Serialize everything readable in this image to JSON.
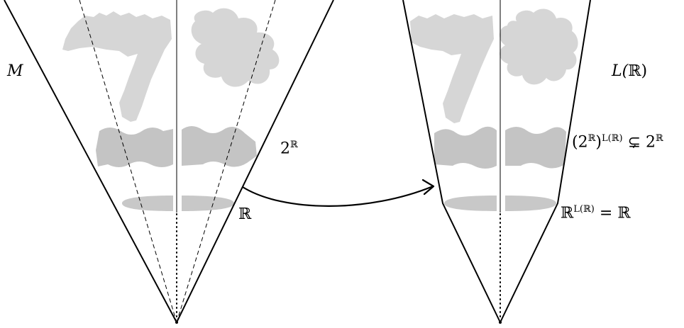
{
  "left_universe": {
    "name": "M",
    "power_set_label": "2",
    "power_set_exp": "ℝ",
    "reals_label": "ℝ"
  },
  "right_universe": {
    "name_main": "L(",
    "name_reals": "ℝ",
    "name_close": ")",
    "power_set_label": {
      "open": "(2",
      "inner_exp": "ℝ",
      "close": ")",
      "outer_exp": "L(ℝ)",
      "relation": "⊊",
      "rhs": "2",
      "rhs_exp": "ℝ"
    },
    "reals_label": {
      "base": "ℝ",
      "exp": "L(ℝ)",
      "rhs": "= ℝ"
    }
  },
  "colors": {
    "ink": "#000000",
    "blob": "#d6d6d6",
    "band": "#c4c4c4",
    "disk": "#c8c8c8"
  }
}
